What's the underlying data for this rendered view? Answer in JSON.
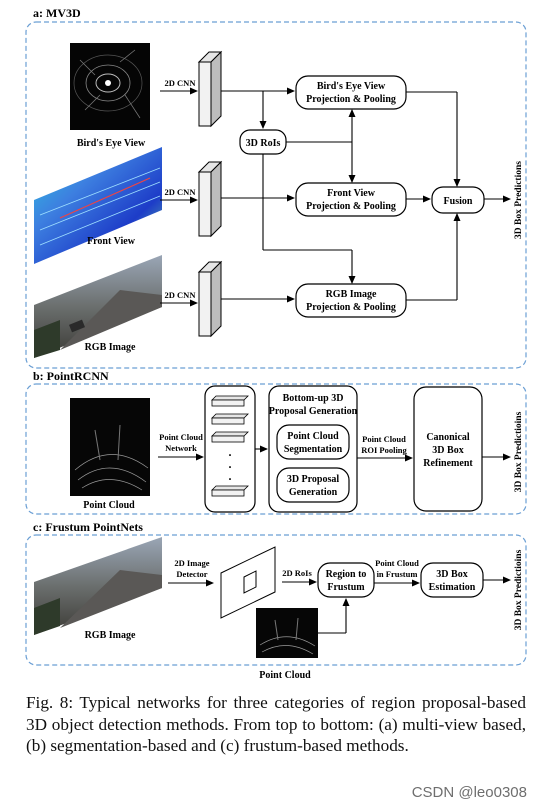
{
  "panels": {
    "a": {
      "title": "a: MV3D",
      "inputs": {
        "bev": "Bird's Eye View",
        "front": "Front View",
        "rgb": "RGB Image"
      },
      "cnn_label": "2D CNN",
      "rois": "3D RoIs",
      "proj_bev": [
        "Bird's Eye View",
        "Projection & Pooling"
      ],
      "proj_front": [
        "Front View",
        "Projection & Pooling"
      ],
      "proj_rgb": [
        "RGB Image",
        "Projection & Pooling"
      ],
      "fusion": "Fusion",
      "output": "3D Box Predictions"
    },
    "b": {
      "title": "b: PointRCNN",
      "input": "Point Cloud",
      "network_label": [
        "Point Cloud",
        "Network"
      ],
      "dots": ".",
      "proposal_title": [
        "Bottom-up 3D",
        "Proposal Generation"
      ],
      "segmentation": [
        "Point Cloud",
        "Segmentation"
      ],
      "proposal_gen": [
        "3D Proposal",
        "Generation"
      ],
      "roi_label": [
        "Point Cloud",
        "ROI Pooling"
      ],
      "refinement": [
        "Canonical",
        "3D Box",
        "Refinement"
      ],
      "output": "3D Box Predictioins"
    },
    "c": {
      "title": "c: Frustum PointNets",
      "input_rgb": "RGB Image",
      "detector_label": [
        "2D Image",
        "Detector"
      ],
      "rois_label": "2D RoIs",
      "region": [
        "Region to",
        "Frustum"
      ],
      "frustum_label": [
        "Point Cloud",
        "in Frustum"
      ],
      "estimation": [
        "3D Box",
        "Estimation"
      ],
      "input_pc": "Point Cloud",
      "output": "3D Box Predictioins"
    }
  },
  "caption": "Fig. 8: Typical networks for three categories of region proposal-based 3D object detection methods. From top to bottom: (a) multi-view based, (b) segmentation-based and (c) frustum-based methods.",
  "watermark": "CSDN @leo0308",
  "colors": {
    "panel_border": "#6b9fd4",
    "line": "#000000",
    "box_fill": "#ffffff",
    "cube_face": "#f2f2f2",
    "cube_side": "#bdbdbd"
  }
}
